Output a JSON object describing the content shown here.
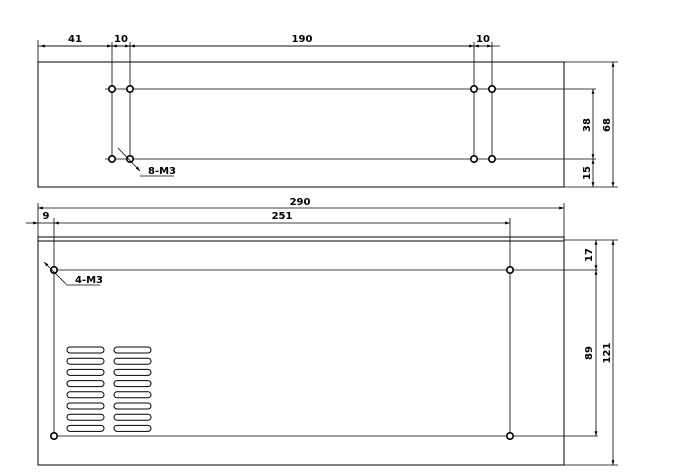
{
  "drawing": {
    "top_view": {
      "dimensions": {
        "left_offset": "41",
        "spacing_left": "10",
        "center_span": "190",
        "spacing_right": "10",
        "height_total": "68",
        "hole_vertical": "38",
        "bottom_offset": "15"
      },
      "hole_callout": "8-M3"
    },
    "front_view": {
      "dimensions": {
        "overall_width": "290",
        "left_offset": "9",
        "hole_span": "251",
        "top_offset": "17",
        "hole_vertical": "89",
        "height_total": "121"
      },
      "hole_callout": "4-M3",
      "vent_slots": {
        "columns": 2,
        "rows_per_column": 8
      }
    }
  }
}
